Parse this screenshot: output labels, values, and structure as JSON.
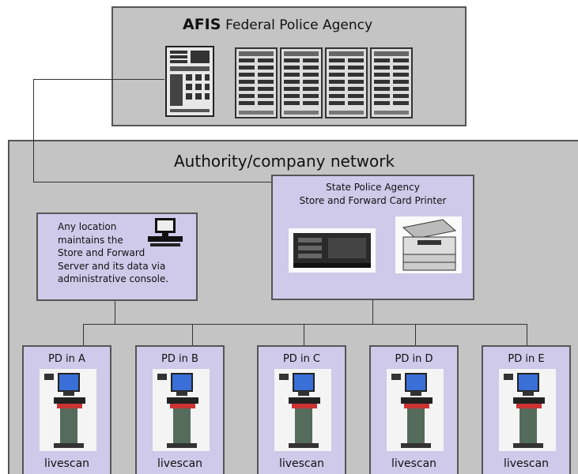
{
  "afis": {
    "title_bold": "AFIS",
    "title_rest": "Federal Police Agency"
  },
  "network": {
    "title": "Authority/company network"
  },
  "any_location": {
    "lines": [
      "Any location",
      "maintains the",
      "Store and Forward",
      "Server and its data via",
      "administrative console."
    ]
  },
  "state_agency": {
    "line1": "State Police Agency",
    "line2": "Store and Forward Card Printer"
  },
  "departments": [
    {
      "name": "PD in A",
      "device": "livescan"
    },
    {
      "name": "PD in B",
      "device": "livescan"
    },
    {
      "name": "PD in C",
      "device": "livescan"
    },
    {
      "name": "PD in D",
      "device": "livescan"
    },
    {
      "name": "PD in E",
      "device": "livescan"
    }
  ],
  "colors": {
    "panel": "#c4c4c4",
    "node": "#cfc9ea",
    "border": "#555555"
  },
  "icons": [
    "afis-server-icon",
    "server-rack-icon",
    "desktop-computer-icon",
    "storage-server-icon",
    "card-printer-icon",
    "livescan-station-icon"
  ]
}
